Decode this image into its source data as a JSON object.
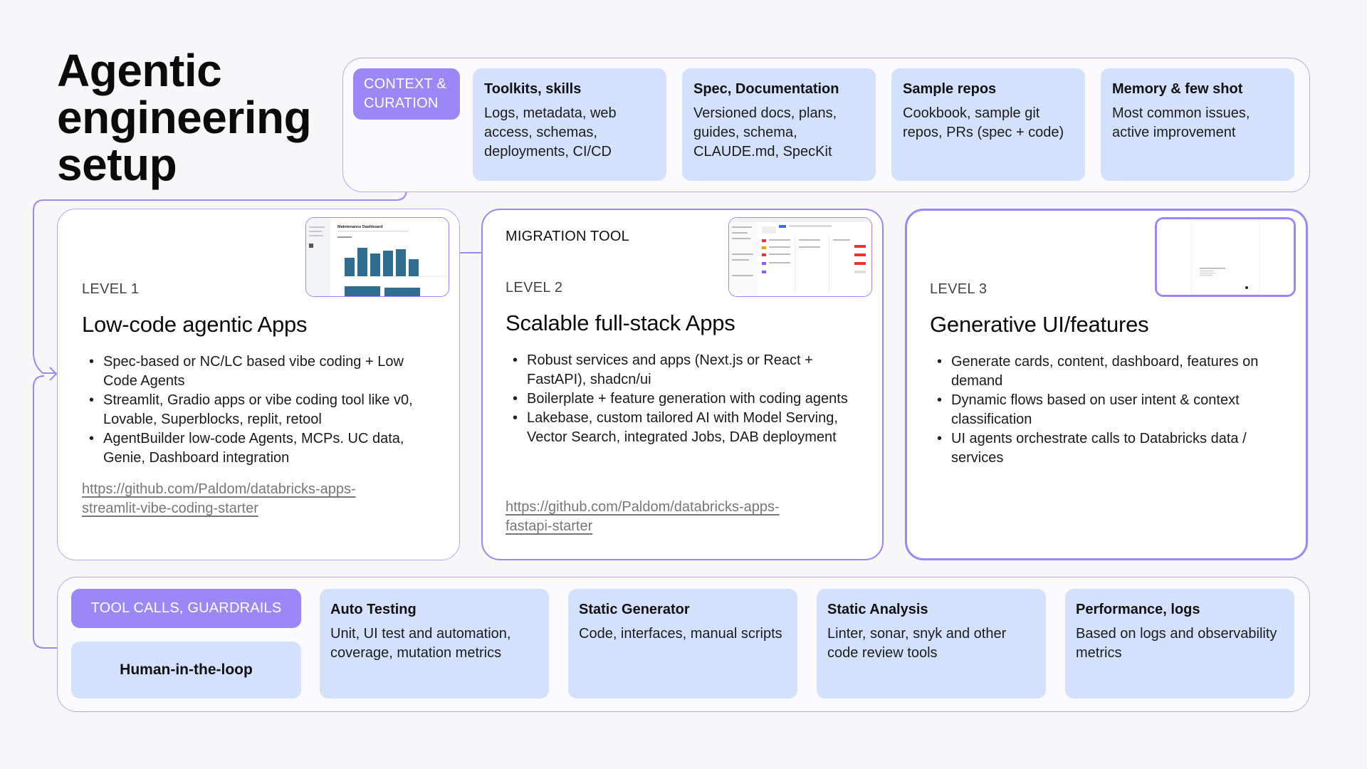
{
  "title": {
    "line1": "Agentic",
    "line2": "engineering",
    "line3": "setup"
  },
  "context": {
    "pill": "CONTEXT & CURATION",
    "cards": [
      {
        "title": "Toolkits, skills",
        "body": "Logs, metadata, web access, schemas, deployments, CI/CD"
      },
      {
        "title": "Spec, Documentation",
        "body": "Versioned docs, plans, guides, schema, CLAUDE.md, SpecKit"
      },
      {
        "title": "Sample repos",
        "body": "Cookbook, sample git repos, PRs (spec + code)"
      },
      {
        "title": "Memory & few shot",
        "body": "Most common issues, active improvement"
      }
    ]
  },
  "levels": [
    {
      "tag": "LEVEL 1",
      "title": "Low-code agentic Apps",
      "bullets": [
        "Spec-based or NC/LC based vibe coding + Low Code Agents",
        "Streamlit, Gradio apps or vibe coding tool like v0, Lovable, Superblocks, replit, retool",
        "AgentBuilder low-code Agents, MCPs. UC data, Genie, Dashboard integration"
      ],
      "link": "https://github.com/Paldom/databricks-apps-streamlit-vibe-coding-starter",
      "link_line1": "https://github.com/Paldom/databricks-apps-",
      "link_line2": "streamlit-vibe-coding-starter"
    },
    {
      "tag": "LEVEL 2",
      "title": "Scalable full-stack Apps",
      "bullets": [
        "Robust services and apps (Next.js or React + FastAPI), shadcn/ui",
        "Boilerplate + feature generation with coding agents",
        "Lakebase, custom tailored AI with Model Serving, Vector Search, integrated Jobs, DAB deployment"
      ],
      "link": "https://github.com/Paldom/databricks-apps-fastapi-starter",
      "link_line1": "https://github.com/Paldom/databricks-apps-",
      "link_line2": "fastapi-starter"
    },
    {
      "tag": "LEVEL 3",
      "title": "Generative UI/features",
      "bullets": [
        "Generate cards, content, dashboard, features on demand",
        "Dynamic flows based on user intent & context classification",
        "UI agents orchestrate calls to Databricks data / services"
      ]
    }
  ],
  "migration_label": "MIGRATION TOOL",
  "thumb1_title": "Maintenance Dashboard",
  "tools": {
    "pill": "TOOL CALLS, GUARDRAILS",
    "hitl": "Human-in-the-loop",
    "cards": [
      {
        "title": "Auto Testing",
        "body": "Unit, UI test and automation, coverage, mutation metrics"
      },
      {
        "title": "Static Generator",
        "body": "Code, interfaces, manual scripts"
      },
      {
        "title": "Static Analysis",
        "body": "Linter, sonar, snyk and other code review tools"
      },
      {
        "title": "Performance, logs",
        "body": "Based on logs and observability metrics"
      }
    ]
  },
  "colors": {
    "accent": "#9b87f5",
    "card": "#d4e1fd",
    "border": "#b7a6f4"
  }
}
